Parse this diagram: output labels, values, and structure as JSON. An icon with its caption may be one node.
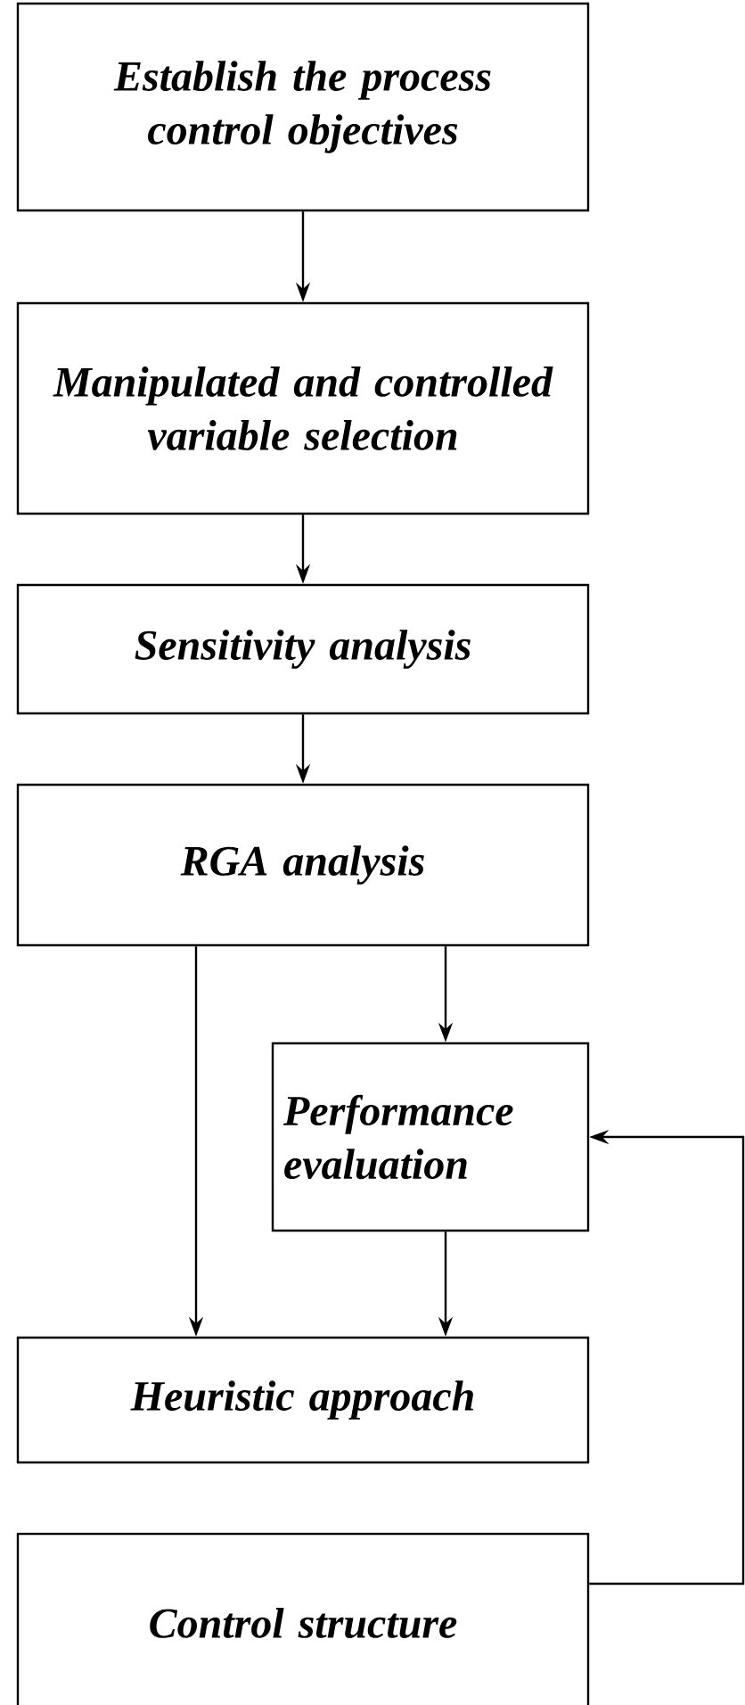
{
  "diagram": {
    "nodes": [
      {
        "text": [
          "Establish the process control objectives"
        ]
      },
      {
        "text": [
          "Manipulated and controlled variable selection"
        ]
      },
      {
        "text": [
          "Sensitivity analysis"
        ]
      },
      {
        "text": [
          "RGA analysis"
        ]
      },
      {
        "text": [
          "Performance evaluation"
        ]
      },
      {
        "text": [
          "Heuristic approach"
        ]
      },
      {
        "text": [
          "Control structure"
        ]
      }
    ],
    "edges": [
      {
        "from": 0,
        "to": 1,
        "arrow": "to"
      },
      {
        "from": 1,
        "to": 2,
        "arrow": "to"
      },
      {
        "from": 2,
        "to": 3,
        "arrow": "to"
      },
      {
        "from": 3,
        "to": 4,
        "arrow": "to"
      },
      {
        "from": 3,
        "to": 5,
        "arrow": "to"
      },
      {
        "from": 4,
        "to": 5,
        "arrow": "to"
      },
      {
        "from": 6,
        "to": 4,
        "arrow": "to"
      }
    ]
  }
}
